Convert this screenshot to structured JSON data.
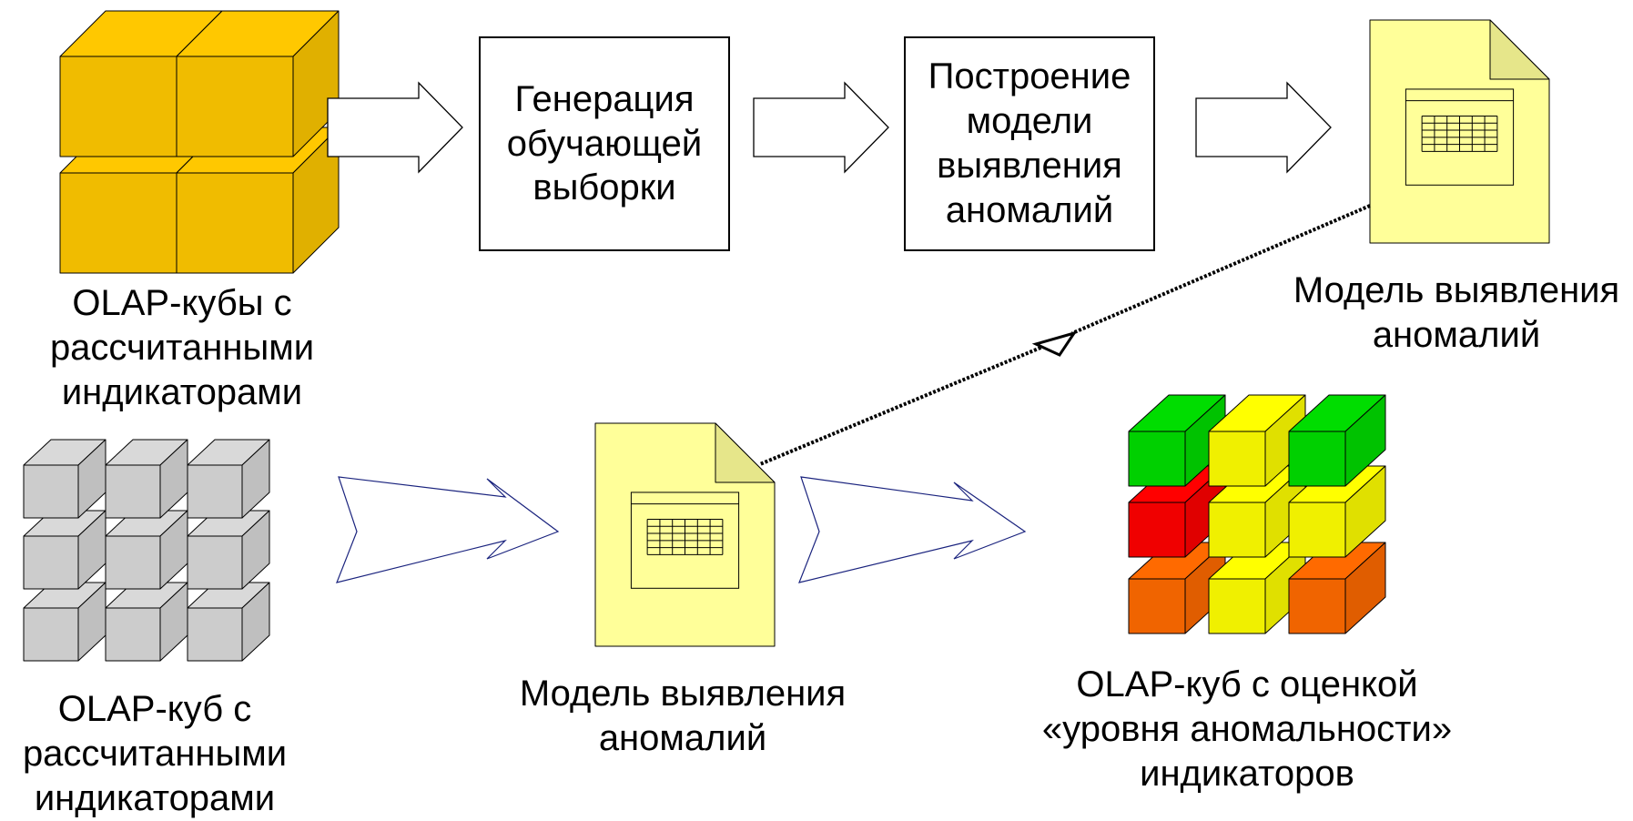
{
  "diagram": {
    "nodes": {
      "olap_cubes_top": {
        "label": "OLAP-кубы с\nрассчитанными\nиндикаторами",
        "icon": "olap-cubes-icon"
      },
      "generate_sample": {
        "label": "Генерация\nобучающей\nвыборки"
      },
      "build_model": {
        "label": "Построение\nмодели\nвыявления\nаномалий"
      },
      "model_doc_top": {
        "label": "Модель выявления\nаномалий",
        "icon": "model-document-icon"
      },
      "olap_cube_bottom": {
        "label": "OLAP-куб с\nрассчитанными\nиндикаторами",
        "icon": "olap-cube-icon"
      },
      "model_doc_bottom": {
        "label": "Модель выявления\nаномалий",
        "icon": "model-document-icon"
      },
      "olap_cube_scored": {
        "label": "OLAP-куб с оценкой\n«уровня аномальности»\nиндикаторов",
        "icon": "scored-olap-cube-icon"
      }
    },
    "colors": {
      "top_cubes": "#FFC800",
      "gray_cubes": "#D9D9D9",
      "document": "#FFFF99",
      "green": "#00DD00",
      "yellow": "#FFFF00",
      "red": "#FF0000",
      "orange": "#FF6A00"
    },
    "scored_cube_grid": [
      [
        "green",
        "yellow",
        "green"
      ],
      [
        "red",
        "yellow",
        "yellow"
      ],
      [
        "orange",
        "yellow",
        "orange"
      ]
    ]
  }
}
